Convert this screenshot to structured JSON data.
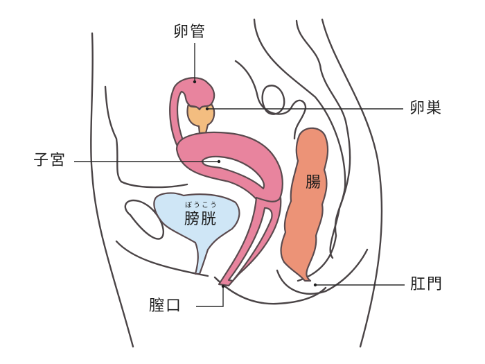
{
  "diagram": {
    "subject": "Female pelvic anatomy (sagittal section)",
    "colors": {
      "uterus_fallopian": "#e8849e",
      "ovary": "#f3bd80",
      "bladder": "#cfe6f6",
      "intestine": "#ec9377",
      "outline": "#4a4446",
      "leader_line": "#2a2a2a"
    },
    "labels": {
      "fallopian_tube": "卵管",
      "ovary": "卵巣",
      "uterus": "子宮",
      "intestine": "腸",
      "bladder": "膀胱",
      "bladder_reading": "ぼうこう",
      "vaginal_opening": "膣口",
      "anus": "肛門"
    }
  }
}
